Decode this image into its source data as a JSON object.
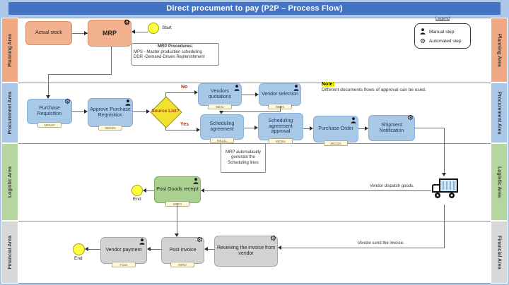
{
  "title": "Direct procument to pay (P2P – Process Flow)",
  "lanes": [
    {
      "label": "Planning Area"
    },
    {
      "label": "Procurement Area"
    },
    {
      "label": "Logistic Area"
    },
    {
      "label": "Financial Area"
    }
  ],
  "legend": {
    "title": "Legend",
    "manual": "Manual step",
    "automated": "Automated step"
  },
  "events": {
    "start_label": "Start",
    "logistic_end_label": "End",
    "financial_end_label": "End"
  },
  "gateway": {
    "label": "Source List?",
    "no_label": "No",
    "yes_label": "Yes"
  },
  "nodes": {
    "actual_stock": {
      "label": "Actual stock"
    },
    "mrp": {
      "label": "MRP"
    },
    "purchase_requisition": {
      "label": "Purchase Requisition",
      "tag": "ME51N"
    },
    "approve_pr": {
      "label": "Approve Purchase Requisition",
      "tag": "ME54N"
    },
    "vendors_quotations": {
      "label": "Vendors quotations",
      "tag": "ME41"
    },
    "vendor_selection": {
      "label": "Vendor selection",
      "tag": "ME45"
    },
    "scheduling_agreement": {
      "label": "Scheduling agreement",
      "tag": "ME31L"
    },
    "scheduling_agreement_approval": {
      "label": "Scheduling agreement approval",
      "tag": "ME35L"
    },
    "purchase_order": {
      "label": "Purchase Order",
      "tag": "ME21N"
    },
    "shipment_notification": {
      "label": "Shipment Notification"
    },
    "post_goods_receipt": {
      "label": "Post Goods receipt",
      "tag": "MIGO"
    },
    "receiving_invoice": {
      "label": "Receiving the invoice from vendor"
    },
    "post_invoice": {
      "label": "Post invoice",
      "tag": "MIRO"
    },
    "vendor_payment": {
      "label": "Vendor payment",
      "tag": "F110"
    }
  },
  "notes": {
    "mrp_procedures": {
      "title": "MRP Procedures:",
      "line1": "MPS - Master production scheduling",
      "line2": "DDR -Demand-Driven Replenishment"
    },
    "approval_note": {
      "title": "Note:",
      "body": "Different documents flows of approval can be used."
    },
    "mrp_scheduling": "MRP automatically generate the Scheduling lines"
  },
  "edge_labels": {
    "dispatch": "Vendor dispatch goods.",
    "send_invoice": "Vendor send the invoice."
  },
  "colors": {
    "title_bar": "#4472c4",
    "frame": "#aac7e8",
    "planning_band": "#f1a983",
    "procurement_band": "#a9c7e8",
    "logistic_band": "#b5d69f",
    "financial_band": "#d8d8d8",
    "task_blue": "#a8c8e8",
    "task_salmon": "#f2b18f",
    "task_green": "#a9d08e",
    "task_gray": "#d2d2d2",
    "gateway_yellow": "#f2e12e",
    "event_yellow": "#ffff42"
  }
}
